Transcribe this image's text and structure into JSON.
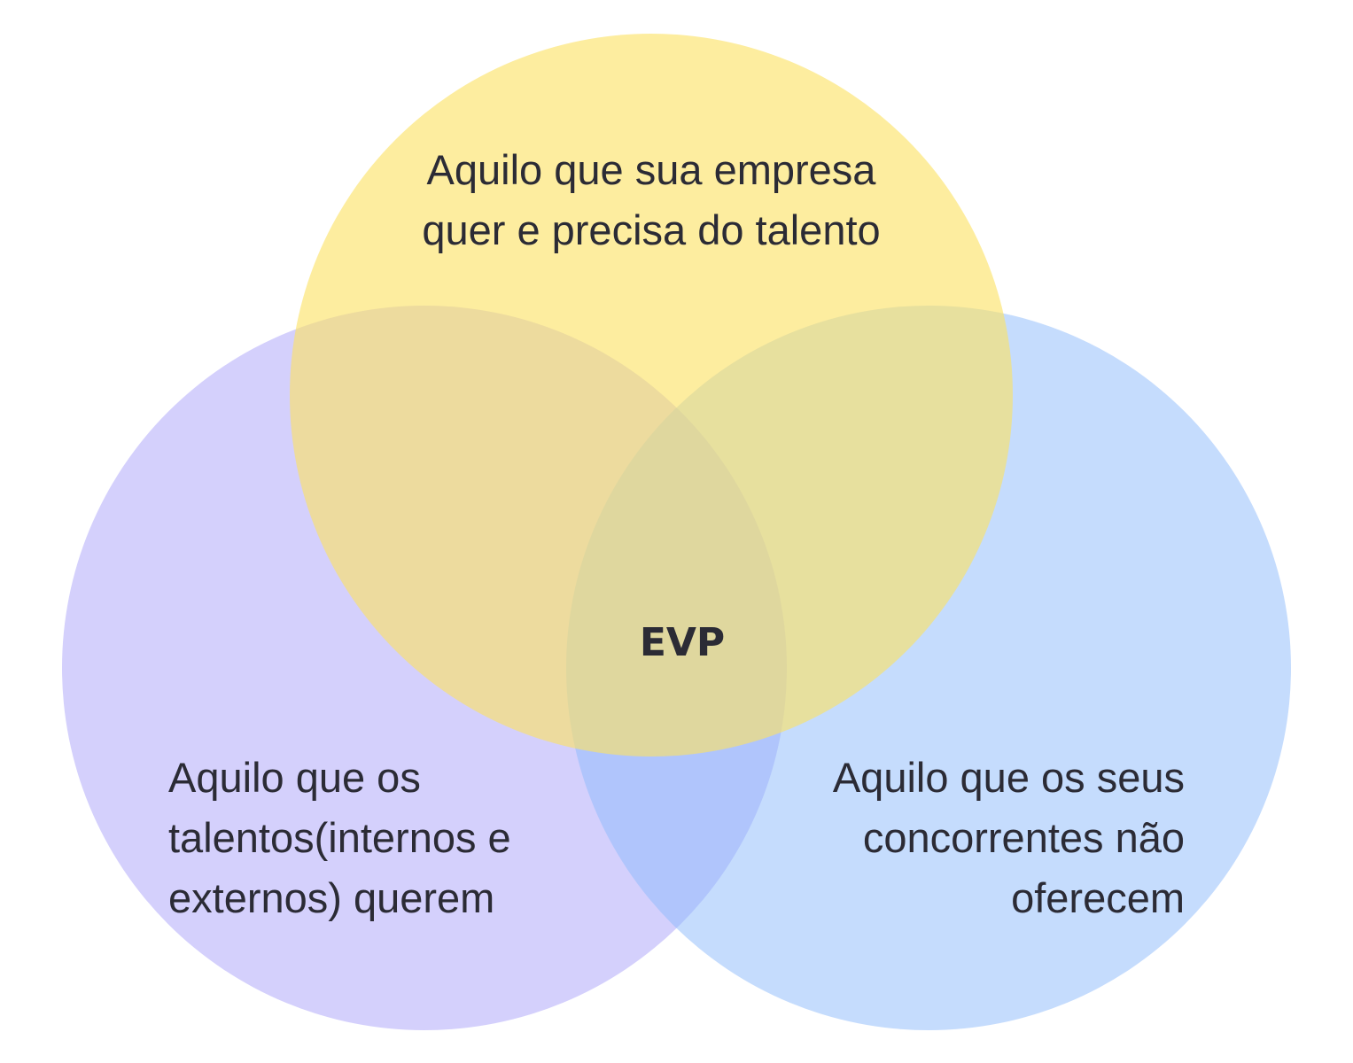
{
  "sets": [
    {
      "id": "company",
      "lines": [
        "Aquilo que sua empresa",
        "quer e precisa do talento"
      ],
      "color": "#fdeb9b"
    },
    {
      "id": "talents",
      "lines": [
        "Aquilo que os",
        "talentos(internos e",
        "externos) querem"
      ],
      "color": "#d4d0fc"
    },
    {
      "id": "competitors",
      "lines": [
        "Aquilo que os seus",
        "concorrentes não",
        "oferecem"
      ],
      "color": "#c4dcfe"
    }
  ],
  "center": {
    "label": "EVP"
  }
}
